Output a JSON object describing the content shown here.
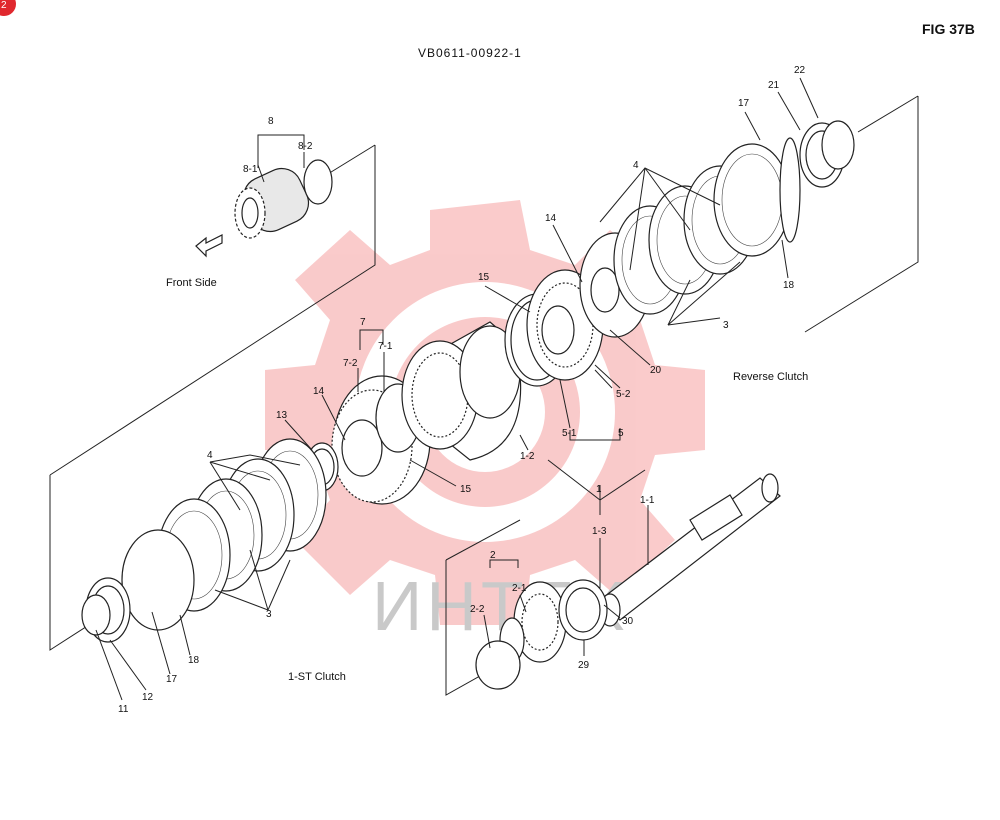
{
  "page": {
    "corner_badge": "2"
  },
  "header": {
    "drawing_number": "VB0611-00922-1",
    "figure": "FIG 37B"
  },
  "captions": {
    "front_side": "Front Side",
    "reverse_clutch": "Reverse Clutch",
    "first_clutch": "1-ST Clutch"
  },
  "watermark": {
    "text": "ИНТЕХ",
    "color": "#f5a0a0"
  },
  "callouts": {
    "c8": "8",
    "c8_1": "8-1",
    "c8_2": "8-2",
    "c7": "7",
    "c7_1": "7-1",
    "c7_2": "7-2",
    "c14a": "14",
    "c14b": "14",
    "c13": "13",
    "c15a": "15",
    "c15b": "15",
    "c4a": "4",
    "c4b": "4",
    "c3a": "3",
    "c3b": "3",
    "c17a": "17",
    "c17b": "17",
    "c18a": "18",
    "c18b": "18",
    "c21": "21",
    "c22": "22",
    "c20": "20",
    "c5": "5",
    "c5_1": "5-1",
    "c5_2": "5-2",
    "c1": "1",
    "c1_1": "1-1",
    "c1_2": "1-2",
    "c1_3": "1-3",
    "c2": "2",
    "c2_1": "2-1",
    "c2_2": "2-2",
    "c11": "11",
    "c12": "12",
    "c29": "29",
    "c30": "30"
  }
}
